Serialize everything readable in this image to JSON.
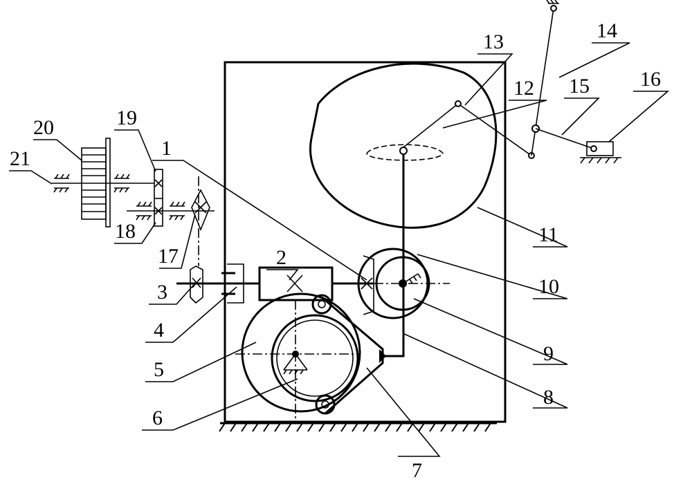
{
  "diagram": {
    "labels": [
      "1",
      "2",
      "3",
      "4",
      "5",
      "6",
      "7",
      "8",
      "9",
      "10",
      "11",
      "12",
      "13",
      "14",
      "15",
      "16",
      "17",
      "18",
      "19",
      "20",
      "21"
    ],
    "line_color": "#000000",
    "background": "#ffffff"
  }
}
